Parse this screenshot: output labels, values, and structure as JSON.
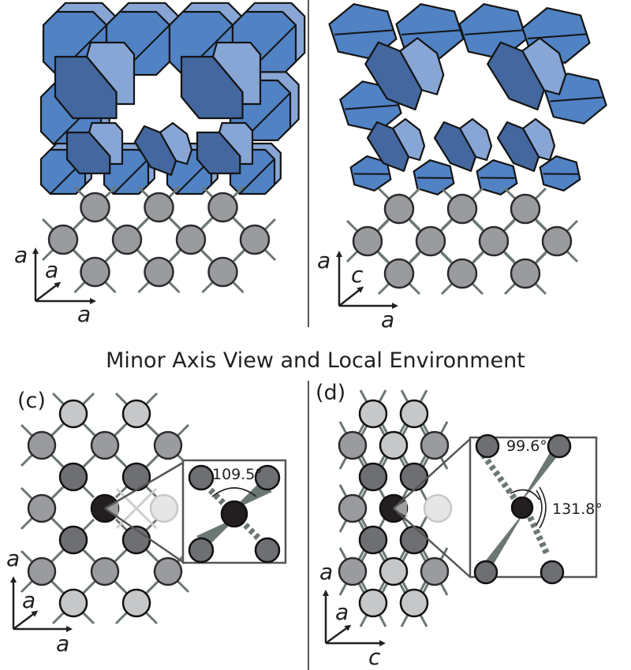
{
  "figure": {
    "section_title": "Minor Axis View and Local Environment",
    "colors": {
      "poly_mid": "#5082c4",
      "poly_light": "#87a6d6",
      "poly_dark": "#43679e",
      "atom_mid": "#9a9b9f",
      "atom_light": "#c6c7c9",
      "atom_dark": "#6e6f73",
      "atom_center": "#231f20",
      "atom_ghost": "#e6e6e6",
      "bond": "#6b7773",
      "outline": "#141414"
    },
    "panel_a": {
      "axes": {
        "vertical": "a",
        "depth": "a",
        "horizontal": "a"
      }
    },
    "panel_b": {
      "axes": {
        "vertical": "a",
        "depth": "c",
        "horizontal": "a"
      }
    },
    "panel_c": {
      "label": "(c)",
      "angle_label": "109.5°",
      "axes": {
        "vertical": "a",
        "depth": "a",
        "horizontal": "a"
      }
    },
    "panel_d": {
      "label": "(d)",
      "angle_label_1": "99.6°",
      "angle_label_2": "131.8°",
      "axes": {
        "vertical": "a",
        "depth": "a",
        "horizontal": "c"
      }
    }
  }
}
